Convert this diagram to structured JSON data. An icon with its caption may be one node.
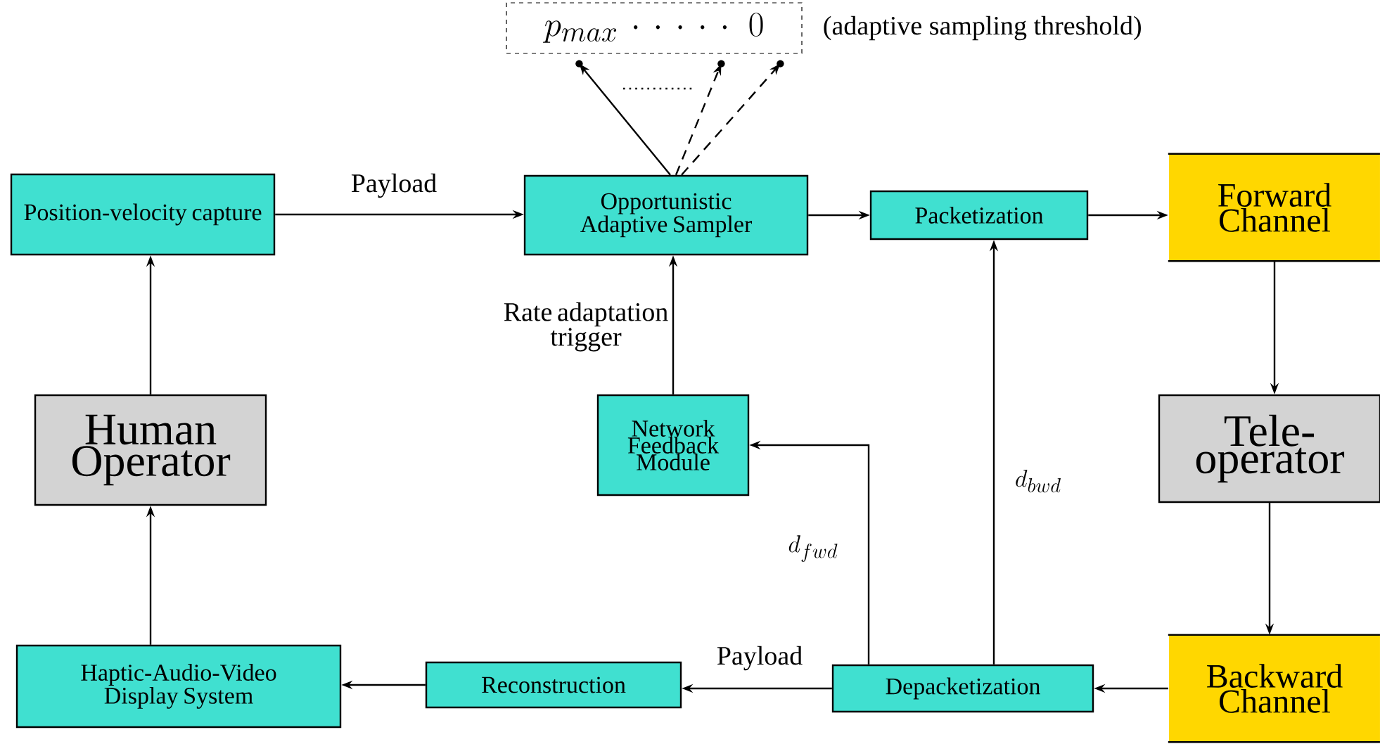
{
  "diagram": {
    "nodes": [
      {
        "text": [
          "Position-velocity capture"
        ]
      },
      {
        "text": [
          "Opportunistic Adaptive Sampler"
        ]
      },
      {
        "text": [
          "Packetization"
        ]
      },
      {
        "text": [
          "Forward Channel"
        ]
      },
      {
        "text": [
          "Human Operator"
        ]
      },
      {
        "text": [
          "Network Feedback Module"
        ]
      },
      {
        "text": [
          "Tele-operator"
        ]
      },
      {
        "text": [
          "Haptic-Audio-Video Display System"
        ]
      },
      {
        "text": [
          "Reconstruction"
        ]
      },
      {
        "text": [
          "Depacketization"
        ]
      },
      {
        "text": [
          "Backward Channel"
        ]
      },
      {
        "text": [
          "p_{max}\\cdot\\cdot\\cdot\\cdot\\cdot\\, 0"
        ],
        "beside": [
          "(adaptive sampling threshold)"
        ]
      }
    ],
    "edges": [
      {
        "from": 0,
        "to": 1,
        "arrow": "to",
        "label": "Payload"
      },
      {
        "from": 1,
        "to": 2,
        "arrow": "to"
      },
      {
        "from": 2,
        "to": 3,
        "arrow": "to"
      },
      {
        "from": 3,
        "to": 6,
        "arrow": "to"
      },
      {
        "from": 6,
        "to": 10,
        "arrow": "to"
      },
      {
        "from": 10,
        "to": 9,
        "arrow": "to"
      },
      {
        "from": 9,
        "to": 8,
        "arrow": "to",
        "label": "Payload"
      },
      {
        "from": 8,
        "to": 7,
        "arrow": "to"
      },
      {
        "from": 7,
        "to": 4,
        "arrow": "to"
      },
      {
        "from": 4,
        "to": 0,
        "arrow": "to"
      },
      {
        "from": 5,
        "to": 1,
        "arrow": "to",
        "label": "Rate adaptation trigger"
      },
      {
        "from": 9,
        "to": 5,
        "arrow": "to",
        "label": "d_{fwd}"
      },
      {
        "from": 9,
        "to": 2,
        "arrow": "to",
        "label": "d_{bwd}"
      },
      {
        "from": 1,
        "to": 11,
        "arrow": "to"
      },
      {
        "from": 1,
        "to": 11,
        "arrow": "to",
        "style": "dashed"
      },
      {
        "from": 1,
        "to": 11,
        "arrow": "to",
        "style": "dashed"
      }
    ]
  }
}
